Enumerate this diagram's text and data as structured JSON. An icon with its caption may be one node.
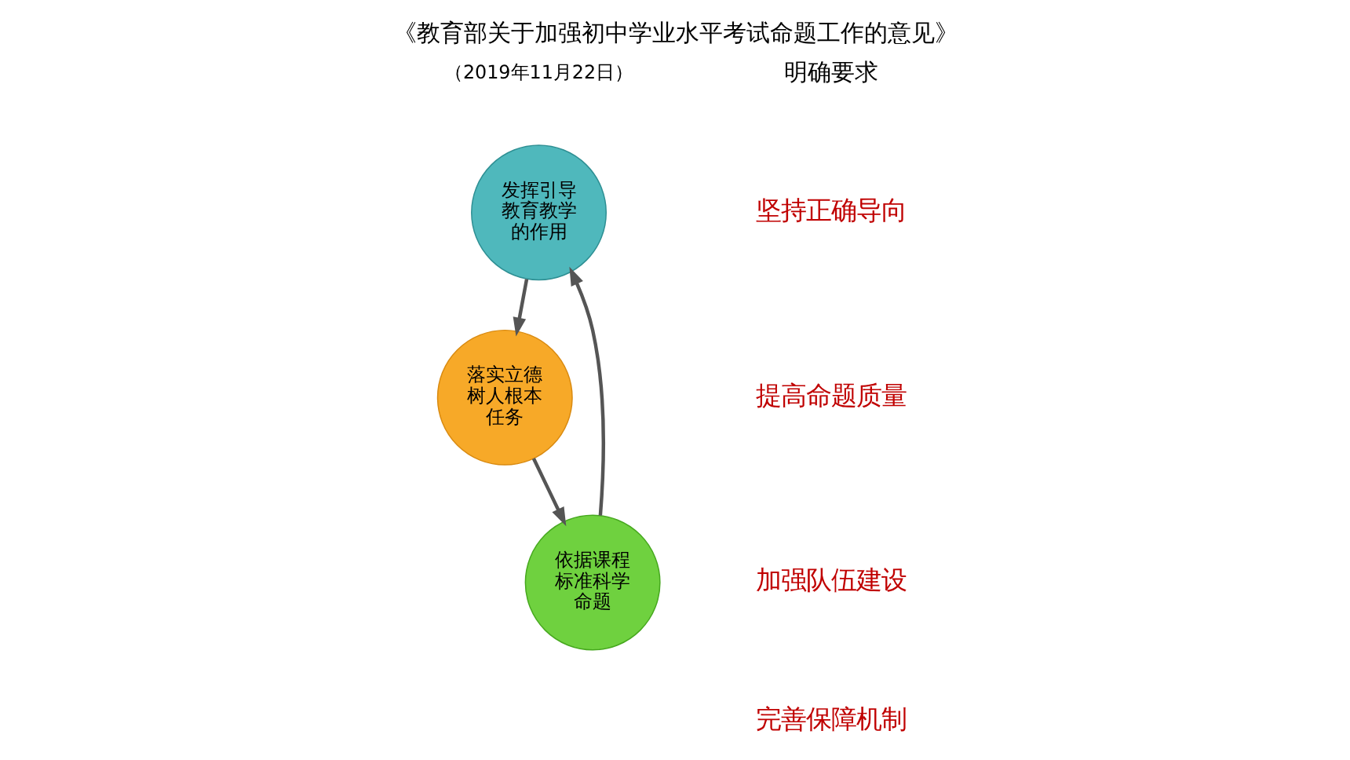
{
  "diagram": {
    "title": "《教育部关于加强初中学业水平考试命题工作的意见》",
    "nodes": [
      {
        "text": [
          "发挥引导教育教学的作用"
        ]
      },
      {
        "text": [
          "落实立德树人根本任务"
        ]
      },
      {
        "text": [
          "依据课程标准科学命题"
        ]
      }
    ],
    "edges": [
      {
        "from": 0,
        "to": 1,
        "arrow": "to"
      },
      {
        "from": 1,
        "to": 2,
        "arrow": "to"
      },
      {
        "from": 2,
        "to": 0,
        "arrow": "to"
      }
    ],
    "labels": [
      "（2019年11月22日）",
      "明确要求",
      "坚持正确导向",
      "提高命题质量",
      "加强队伍建设",
      "完善保障机制"
    ]
  }
}
